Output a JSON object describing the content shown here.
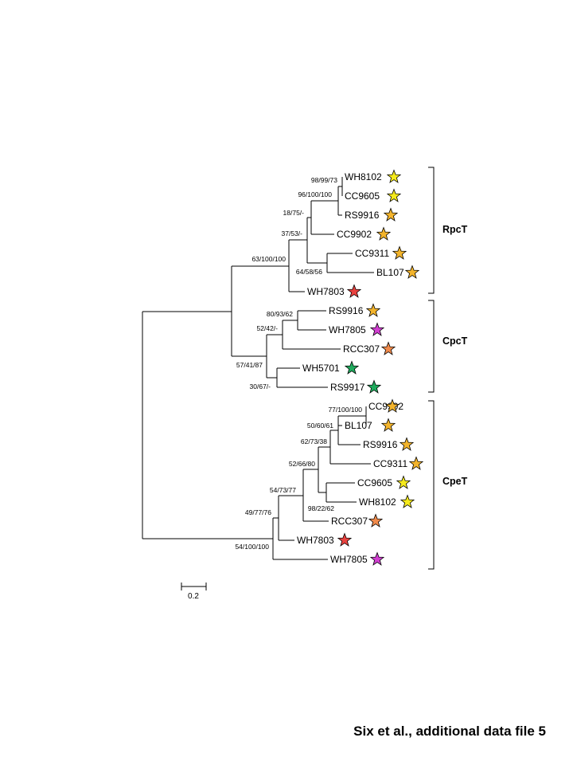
{
  "caption": "Six et al., additional data file 5",
  "scale_bar": {
    "label": "0.2"
  },
  "star_colors": {
    "yellow": "#f5ea1c",
    "orange": "#f3b42c",
    "salmon": "#f08a4b",
    "red": "#e9423f",
    "magenta": "#d13fd1",
    "green": "#1faa5c"
  },
  "clades": [
    {
      "name": "RpcT"
    },
    {
      "name": "CpcT"
    },
    {
      "name": "CpeT"
    }
  ],
  "leaves": [
    {
      "label": "WH8102",
      "star": "yellow"
    },
    {
      "label": "CC9605",
      "star": "yellow"
    },
    {
      "label": "RS9916",
      "star": "orange"
    },
    {
      "label": "CC9902",
      "star": "orange"
    },
    {
      "label": "CC9311",
      "star": "orange"
    },
    {
      "label": "BL107",
      "star": "orange"
    },
    {
      "label": "WH7803",
      "star": "red"
    },
    {
      "label": "RS9916",
      "star": "orange"
    },
    {
      "label": "WH7805",
      "star": "magenta"
    },
    {
      "label": "RCC307",
      "star": "salmon"
    },
    {
      "label": "WH5701",
      "star": "green"
    },
    {
      "label": "RS9917",
      "star": "green"
    },
    {
      "label": "CC9902",
      "star": "orange"
    },
    {
      "label": "BL107",
      "star": "orange"
    },
    {
      "label": "RS9916",
      "star": "orange"
    },
    {
      "label": "CC9311",
      "star": "orange"
    },
    {
      "label": "CC9605",
      "star": "yellow"
    },
    {
      "label": "WH8102",
      "star": "yellow"
    },
    {
      "label": "RCC307",
      "star": "salmon"
    },
    {
      "label": "WH7803",
      "star": "red"
    },
    {
      "label": "WH7805",
      "star": "magenta"
    }
  ],
  "support_values": [
    "98/99/73",
    "96/100/100",
    "18/75/-",
    "37/53/-",
    "64/58/56",
    "63/100/100",
    "80/93/62",
    "52/42/-",
    "57/41/87",
    "30/67/-",
    "77/100/100",
    "50/60/61",
    "62/73/38",
    "52/66/80",
    "54/73/77",
    "98/22/62",
    "49/77/76",
    "54/100/100"
  ]
}
